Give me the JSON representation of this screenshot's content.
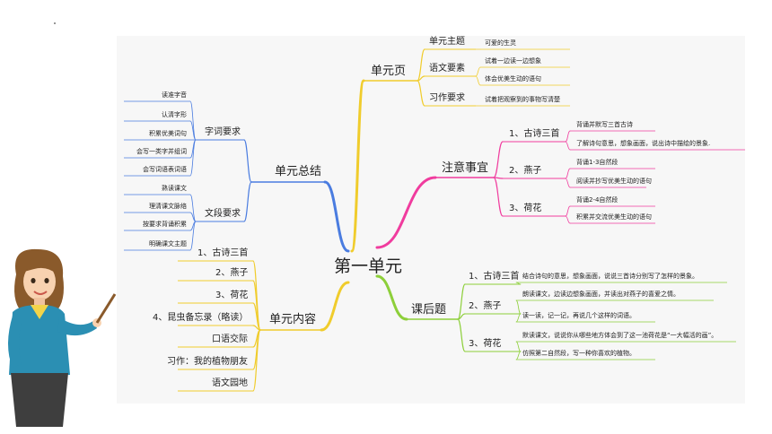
{
  "center": "第一单元",
  "colors": {
    "blue": "#4a7ce0",
    "yellow": "#f0cc2c",
    "pink": "#f03c9e",
    "green": "#8dcf3a",
    "background": "#f7f7f7"
  },
  "branches": {
    "unit_page": {
      "title": "单元页",
      "items": [
        {
          "label": "单元主题",
          "details": [
            "可爱的生灵"
          ]
        },
        {
          "label": "语文要素",
          "details": [
            "试着一边读一边想象",
            "体会优美生动的语句"
          ]
        },
        {
          "label": "习作要求",
          "details": [
            "试着把观察到的事物写清楚"
          ]
        }
      ]
    },
    "notes": {
      "title": "注意事宜",
      "items": [
        {
          "label": "1、古诗三首",
          "details": [
            "背诵并默写三首古诗",
            "了解诗句意思，想象画面，说出诗中描绘的景象."
          ]
        },
        {
          "label": "2、燕子",
          "details": [
            "背诵1-3自然段",
            "阅读并抄写优美生动的语句"
          ]
        },
        {
          "label": "3、荷花",
          "details": [
            "背诵2-4自然段",
            "积累并交流优美生动的语句"
          ]
        }
      ]
    },
    "after_class": {
      "title": "课后题",
      "items": [
        {
          "label": "1、古诗三首",
          "details": [
            "结合诗句的意思，想象画面，说说三首诗分别写了怎样的景象。"
          ]
        },
        {
          "label": "2、燕子",
          "details": [
            "朗读课文，边读边想象画面，并读出对燕子的喜爱之情。",
            "读一读，记一记，再说几个这样的词语。"
          ]
        },
        {
          "label": "3、荷花",
          "details": [
            "默读课文，说说你从哪些地方体会到了这一池荷花是“一大幅活的画”。",
            "仿照第二自然段，写一种你喜欢的植物。"
          ]
        }
      ]
    },
    "summary": {
      "title": "单元总结",
      "items": [
        {
          "label": "字词要求",
          "details": [
            "读准字音",
            "认清字形",
            "积累优美词句",
            "会写一类字并组词",
            "会写词语表词语"
          ]
        },
        {
          "label": "文段要求",
          "details": [
            "熟读课文",
            "理清课文脉络",
            "按要求背诵积累",
            "明确课文主题"
          ]
        }
      ]
    },
    "content": {
      "title": "单元内容",
      "items": [
        "1、古诗三首",
        "2、燕子",
        "3、荷花",
        "4、昆虫备忘录（略读）",
        "口语交际",
        "习作：我的植物朋友",
        "语文园地"
      ]
    }
  }
}
